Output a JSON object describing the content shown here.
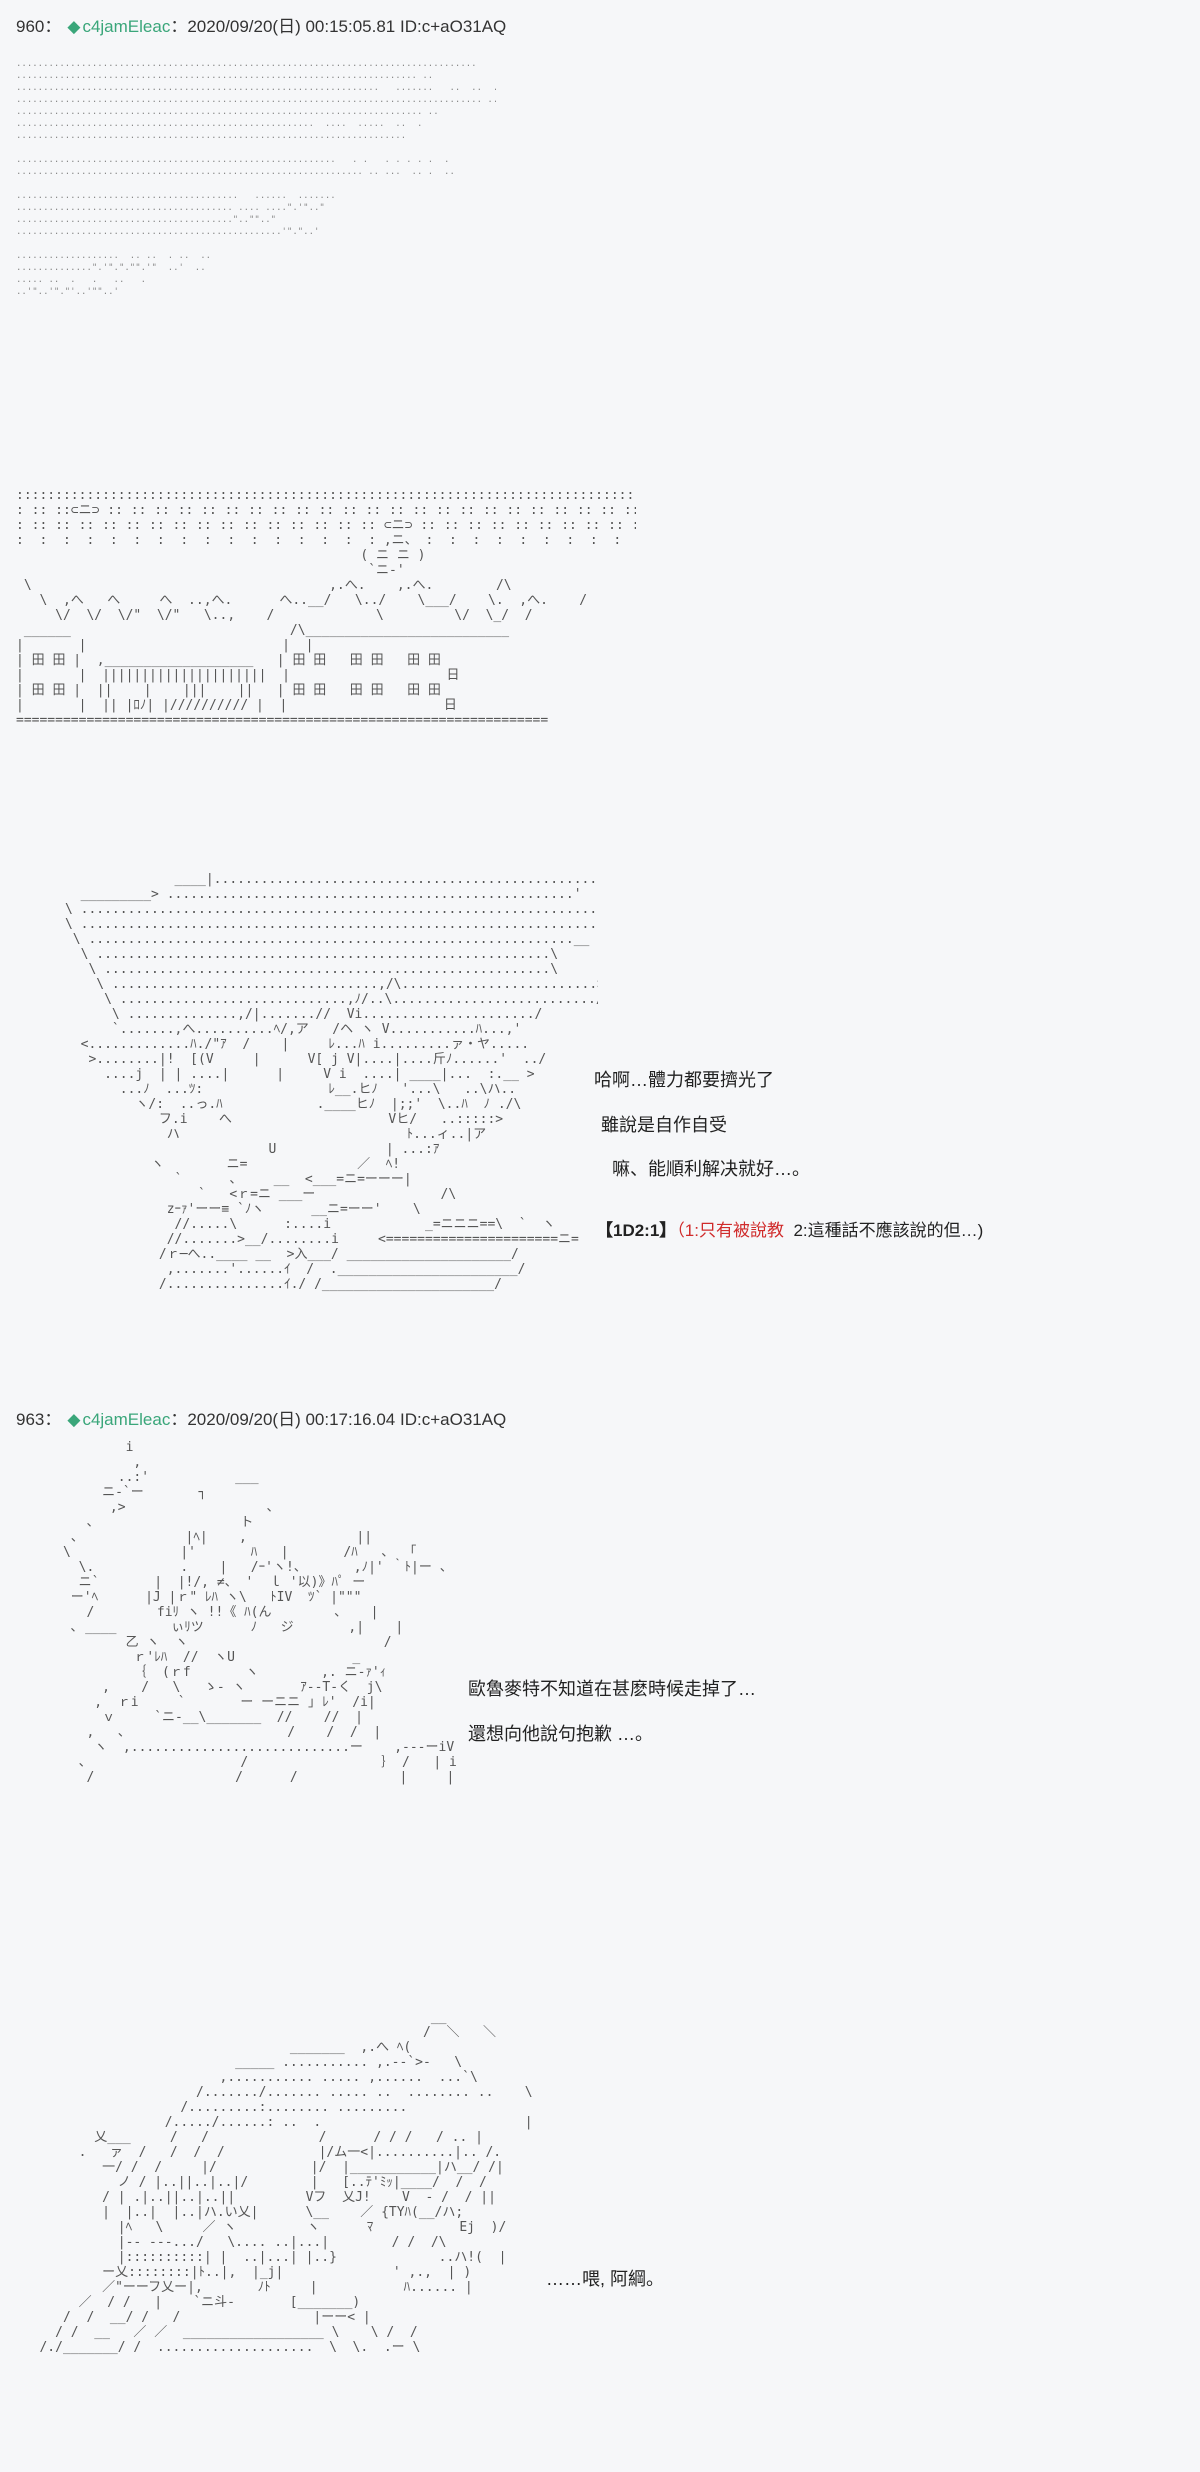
{
  "posts": [
    {
      "number": "960",
      "separator": "：",
      "name": "c4jamEleac",
      "meta": "：2020/09/20(日) 00:15:05.81 ID:c+aO31AQ",
      "captions": [
        "哈啊…體力都要擠光了",
        "雖說是自作自受",
        "嘛、能順利解决就好…。"
      ],
      "choice": {
        "tag": "【1D2:1】",
        "option1": "（1:只有被說教",
        "option2": "2:這種話不應該說的但…)"
      }
    },
    {
      "number": "963",
      "separator": "：",
      "name": "c4jamEleac",
      "meta": "：2020/09/20(日) 00:17:16.04 ID:c+aO31AQ",
      "captions": [
        "歐魯麥特不知道在甚麽時候走掉了…",
        "還想向他說句抱歉 …。",
        "……喂, 阿綱。"
      ]
    }
  ],
  "icons": {
    "name_marker": "diamond-icon"
  },
  "colors": {
    "name": "#3aa67a",
    "choice_option1": "#d02b2b"
  }
}
